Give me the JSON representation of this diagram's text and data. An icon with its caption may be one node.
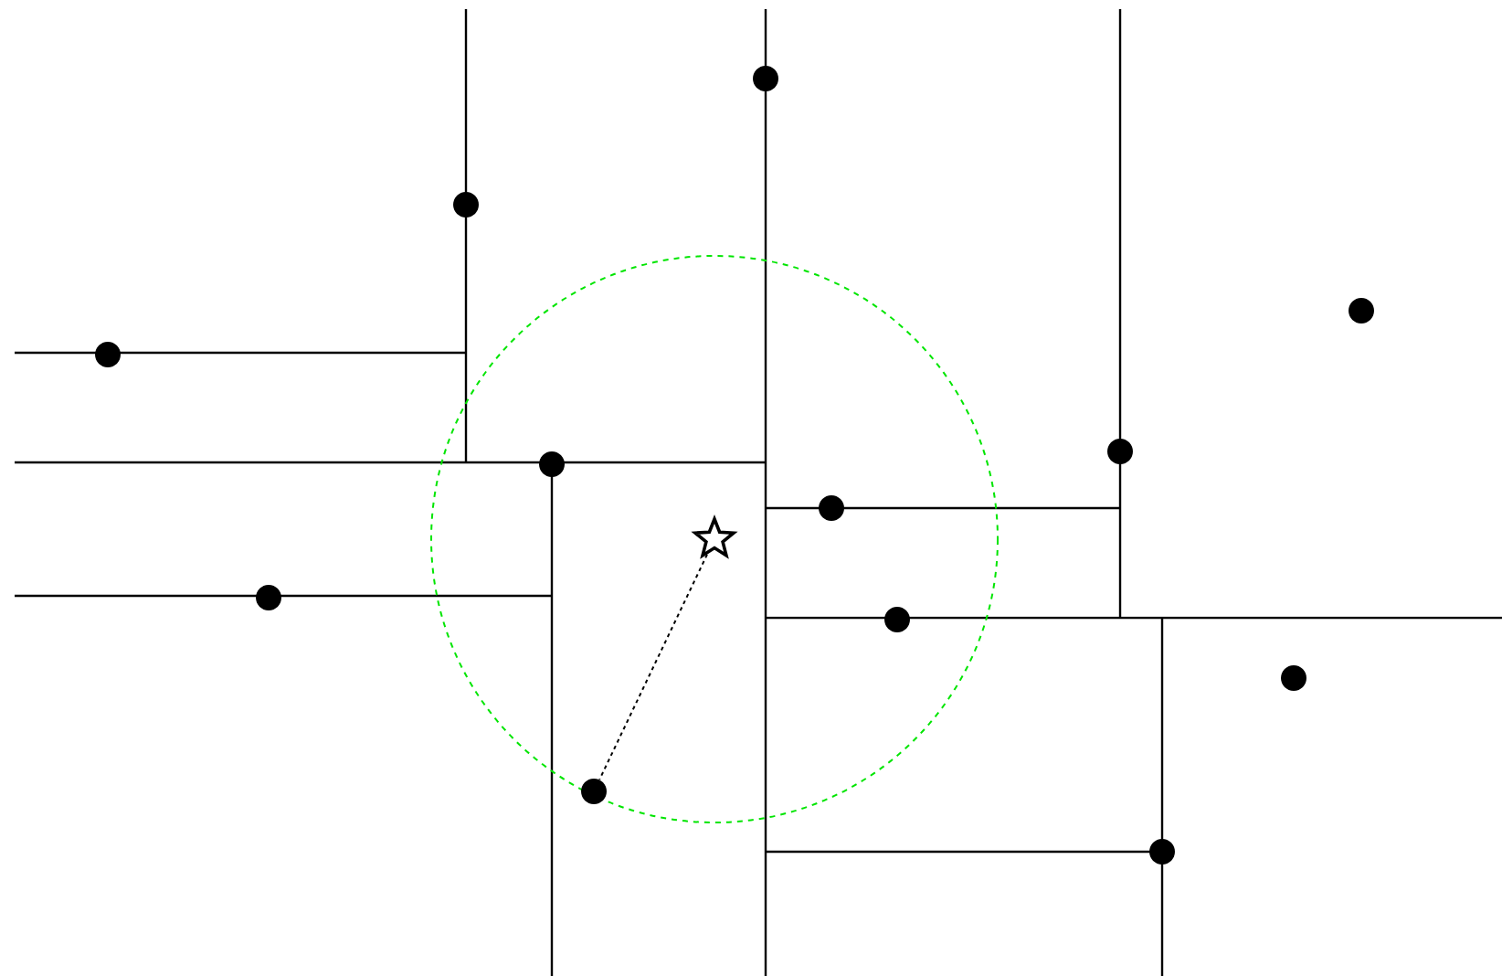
{
  "diagram": {
    "nodes": [
      {
        "text": [],
        "shape": "circle"
      },
      {
        "text": [],
        "shape": "circle"
      },
      {
        "text": [],
        "shape": "circle"
      },
      {
        "text": [],
        "shape": "circle"
      },
      {
        "text": [],
        "shape": "circle"
      },
      {
        "text": [],
        "shape": "star"
      },
      {
        "text": [],
        "shape": "circle"
      },
      {
        "text": [],
        "shape": "circle"
      },
      {
        "text": [],
        "shape": "circle"
      },
      {
        "text": [],
        "shape": "circle"
      },
      {
        "text": [],
        "shape": "circle"
      },
      {
        "text": [],
        "shape": "circle"
      },
      {
        "text": [],
        "shape": "circle"
      }
    ],
    "edges": [
      {
        "from": 5,
        "to": 4,
        "arrow": "none",
        "style": "dashed"
      }
    ]
  }
}
